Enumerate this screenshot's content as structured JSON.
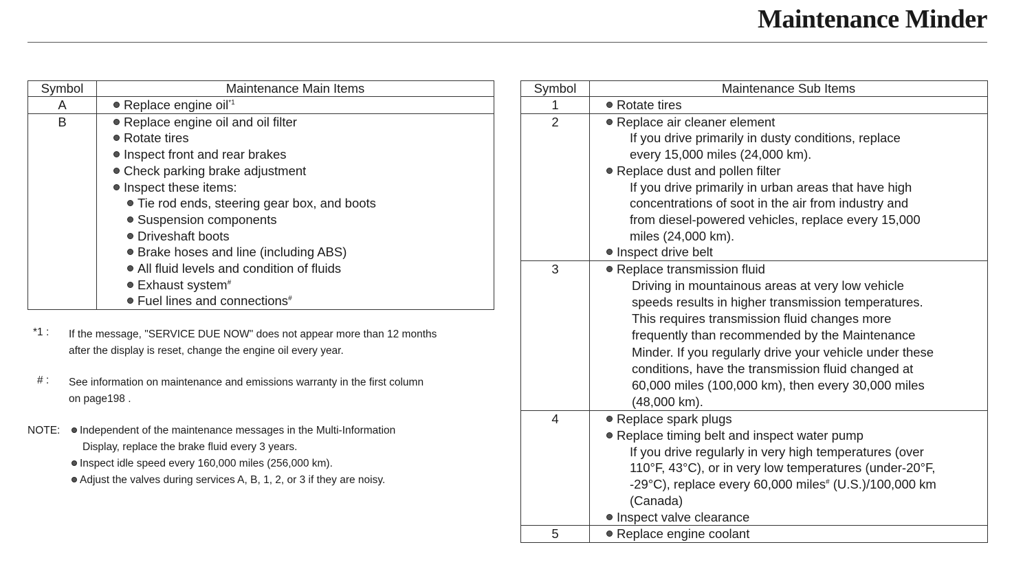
{
  "page": {
    "title": "Maintenance Minder"
  },
  "main_table": {
    "headers": [
      "Symbol",
      "Maintenance Main Items"
    ],
    "rows": [
      {
        "symbol": "A",
        "items": [
          {
            "text": "Replace engine oil",
            "note": "*1"
          }
        ]
      },
      {
        "symbol": "B",
        "items": [
          {
            "text": "Replace engine oil and oil filter"
          },
          {
            "text": "Rotate tires"
          },
          {
            "text": "Inspect front and rear brakes"
          },
          {
            "text": "Check parking brake adjustment"
          },
          {
            "text": "Inspect these items:"
          },
          {
            "text": "Tie rod ends, steering gear box, and boots"
          },
          {
            "text": "Suspension components"
          },
          {
            "text": "Driveshaft boots"
          },
          {
            "text": "Brake hoses and line (including ABS)"
          },
          {
            "text": "All fluid levels and condition of fluids"
          },
          {
            "text": "Exhaust system",
            "note": "#"
          },
          {
            "text": "Fuel lines and connections",
            "note": "#"
          }
        ]
      }
    ]
  },
  "sub_table": {
    "headers": [
      "Symbol",
      "Maintenance Sub Items"
    ],
    "rows": [
      {
        "symbol": "1",
        "items": [
          {
            "text": "Rotate tires"
          }
        ]
      },
      {
        "symbol": "2",
        "items": [
          {
            "text": "Replace air cleaner element",
            "desc": [
              "If you drive primarily in dusty conditions, replace",
              "every 15,000 miles (24,000 km)."
            ]
          },
          {
            "text": "Replace dust and pollen filter",
            "desc": [
              "If you drive primarily in urban areas that have high",
              "concentrations of soot in the air from industry and",
              "from diesel-powered vehicles, replace every 15,000",
              "miles (24,000 km)."
            ]
          },
          {
            "text": "Inspect drive belt"
          }
        ]
      },
      {
        "symbol": "3",
        "items": [
          {
            "text": "Replace transmission fluid",
            "desc": [
              "Driving in mountainous areas at very low vehicle",
              "speeds results in higher transmission temperatures.",
              "This requires transmission fluid changes more",
              "frequently than recommended by the Maintenance",
              "Minder. If you regularly drive your vehicle under these",
              "conditions, have the transmission fluid changed at",
              "60,000 miles (100,000 km), then every 30,000 miles",
              "(48,000 km)."
            ]
          }
        ]
      },
      {
        "symbol": "4",
        "items": [
          {
            "text": "Replace spark plugs"
          },
          {
            "text": "Replace timing belt and inspect water pump",
            "desc": [
              "If you drive regularly in very high temperatures (over",
              "110°F, 43°C), or in very low temperatures (under-20°F,",
              "-29°C), replace every 60,000 miles",
              "(Canada)"
            ],
            "desc_note": "#",
            "desc_tail": " (U.S.)/100,000 km"
          },
          {
            "text": "Inspect valve clearance"
          }
        ]
      },
      {
        "symbol": "5",
        "items": [
          {
            "text": "Replace engine coolant"
          }
        ]
      }
    ]
  },
  "footnotes": [
    {
      "mark": "*1 :",
      "lines": [
        "If the message, \"SERVICE DUE NOW\" does not appear more than 12 months",
        "after the display is reset, change the engine oil every year."
      ]
    },
    {
      "mark": "# :",
      "lines": [
        "See information on maintenance and emissions warranty in the first column",
        "on page198 ."
      ]
    }
  ],
  "note": {
    "label": "NOTE:",
    "items": [
      [
        "Independent of the maintenance messages in the Multi-Information",
        "Display, replace the brake fluid every 3 years."
      ],
      [
        "Inspect idle speed every 160,000 miles (256,000 km)."
      ],
      [
        "Adjust the valves during services A, B, 1, 2, or 3 if they are noisy."
      ]
    ]
  }
}
